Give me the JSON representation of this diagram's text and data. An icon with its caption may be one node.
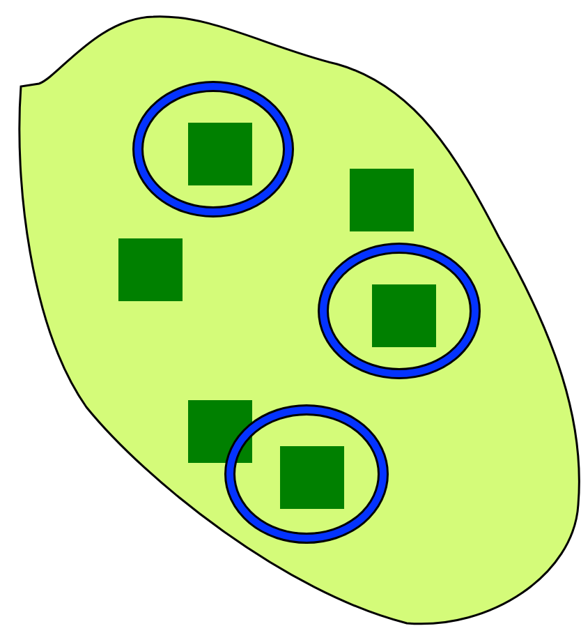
{
  "diagram": {
    "nodes": [
      {
        "text": [],
        "shape": "blob"
      },
      {
        "text": [],
        "shape": "ring",
        "in": 0
      },
      {
        "text": [],
        "shape": "box",
        "in": 1
      },
      {
        "text": [],
        "shape": "box",
        "in": 0
      },
      {
        "text": [],
        "shape": "box",
        "in": 0
      },
      {
        "text": [],
        "shape": "ring",
        "in": 0
      },
      {
        "text": [],
        "shape": "box",
        "in": 5
      },
      {
        "text": [],
        "shape": "box",
        "in": 0
      },
      {
        "text": [],
        "shape": "ring",
        "in": 0
      },
      {
        "text": [],
        "shape": "box",
        "in": 8
      }
    ]
  }
}
